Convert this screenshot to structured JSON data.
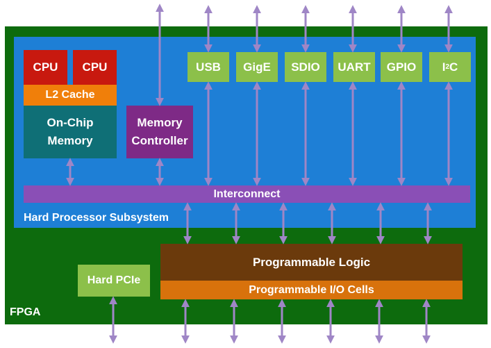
{
  "fpga": {
    "label": "FPGA"
  },
  "hps": {
    "label": "Hard Processor Subsystem",
    "cpu1": "CPU",
    "cpu2": "CPU",
    "l2_cache": "L2 Cache",
    "on_chip_memory": [
      "On-Chip",
      "Memory"
    ],
    "memory_controller": [
      "Memory",
      "Controller"
    ],
    "interconnect": "Interconnect",
    "peripherals": {
      "usb": "USB",
      "gige": "GigE",
      "sdio": "SDIO",
      "uart": "UART",
      "gpio": "GPIO",
      "i2c_base": "I",
      "i2c_sup": "2",
      "i2c_tail": "C"
    }
  },
  "hard_pcie": "Hard PCIe",
  "programmable_logic": "Programmable Logic",
  "programmable_io": "Programmable I/O Cells",
  "colors": {
    "fpga_green": "#0d6b0d",
    "hps_blue": "#1e7fd6",
    "cpu_red": "#c8190f",
    "l2_orange": "#f07f0a",
    "memory_teal": "#0f6f76",
    "mem_ctrl_purple": "#7e2a86",
    "peripheral_green": "#8cc04a",
    "interconnect_purple": "#8a4fb6",
    "prog_logic_brown": "#6b3a0c",
    "prog_io_orange": "#d8720c",
    "arrow_lavender": "#9f86c6"
  }
}
